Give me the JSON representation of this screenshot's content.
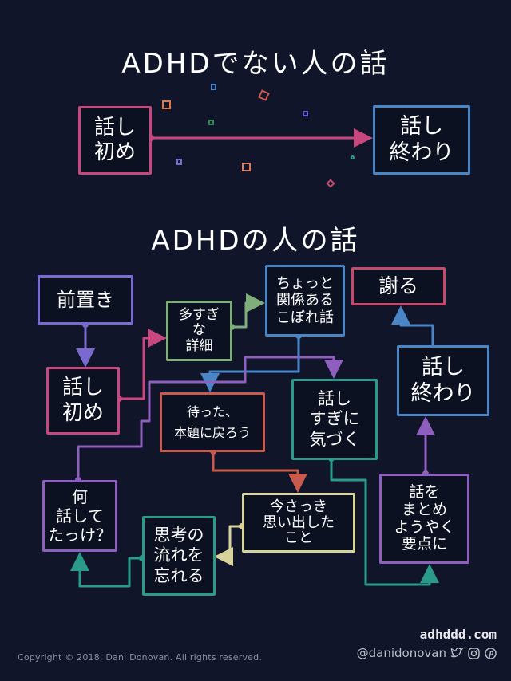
{
  "section1": {
    "title": "ADHDでない人の話",
    "start_box": "話し\n初め",
    "end_box": "話し\n終わり"
  },
  "section2": {
    "title": "ADHDの人の話",
    "boxes": {
      "preamble": "前置き",
      "start": "話し\n初め",
      "too_much_detail": "多すぎ\nな\n詳細",
      "related_tangent": "ちょっと\n関係ある\nこぼれ話",
      "apologize": "謝る",
      "wait_back_to_topic": "待った、\n本題に戻ろう",
      "realize_talking_too_much": "話し\nすぎに\n気づく",
      "end": "話し\n終わり",
      "what_was_i_saying": "何\n話して\nたっけ？",
      "forget_train_of_thought": "思考の\n流れを\n忘れる",
      "just_remembered": "今さっき\n思い出した\nこと",
      "finally_get_to_point": "話を\nまとめ\nようやく\n要点に"
    }
  },
  "colors": {
    "background": "#10152a",
    "pink": "#c8477e",
    "blue": "#4a86c5",
    "indigo": "#7a6ad0",
    "green": "#7fae7a",
    "orange_red": "#c95a4e",
    "teal": "#2a9a8a",
    "yellow": "#d8d39a",
    "purple": "#8f5fbf",
    "red": "#c44a6a"
  },
  "footer": {
    "copyright": "Copyright © 2018, Dani Donovan. All rights reserved.",
    "site": "adhddd.com",
    "handle": "@danidonovan",
    "social_icons": [
      "twitter-icon",
      "instagram-icon",
      "pinterest-icon"
    ]
  }
}
